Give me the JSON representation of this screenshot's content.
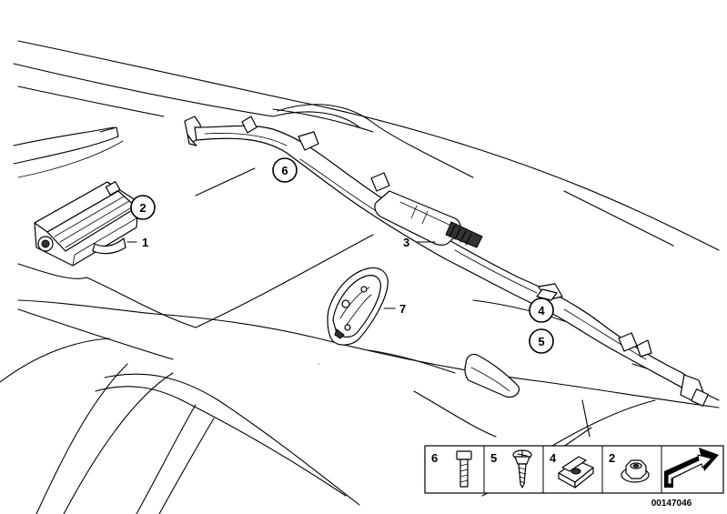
{
  "callouts": {
    "c1": "1",
    "c2": "2",
    "c3": "3",
    "c4": "4",
    "c5": "5",
    "c6": "6",
    "c7": "7"
  },
  "legend": {
    "item_6": "6",
    "item_5": "5",
    "item_4": "4",
    "item_2": "2"
  },
  "diagram_code": "00147046"
}
